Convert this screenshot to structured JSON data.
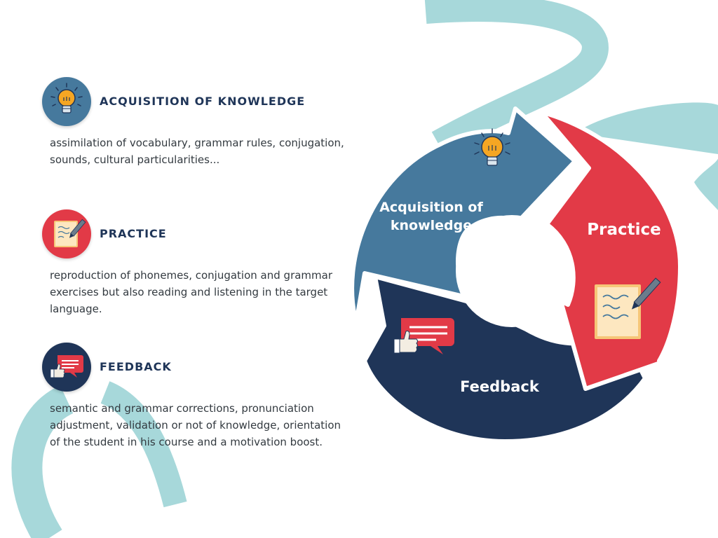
{
  "colors": {
    "teal": "#a7d8da",
    "blue": "#46799d",
    "red": "#e23a47",
    "navy": "#1f3558",
    "text": "#333a40",
    "bulb": "#f5a623"
  },
  "items": [
    {
      "icon": "lightbulb-icon",
      "title": "ACQUISITION OF KNOWLEDGE",
      "description": "assimilation of vocabulary, grammar rules, conjugation, sounds, cultural particularities..."
    },
    {
      "icon": "notebook-pen-icon",
      "title": "PRACTICE",
      "description": "reproduction of phonemes, conjugation and grammar exercises but also reading and listening in the target language."
    },
    {
      "icon": "speech-bubble-thumbs-up-icon",
      "title": "FEEDBACK",
      "description": "semantic and grammar corrections, pronunciation adjustment, validation or not of knowledge, orientation of the student in his course and a motivation boost."
    }
  ],
  "cycle": {
    "acquisition_label_line1": "Acquisition of",
    "acquisition_label_line2": "knowledge",
    "practice_label": "Practice",
    "feedback_label": "Feedback"
  }
}
